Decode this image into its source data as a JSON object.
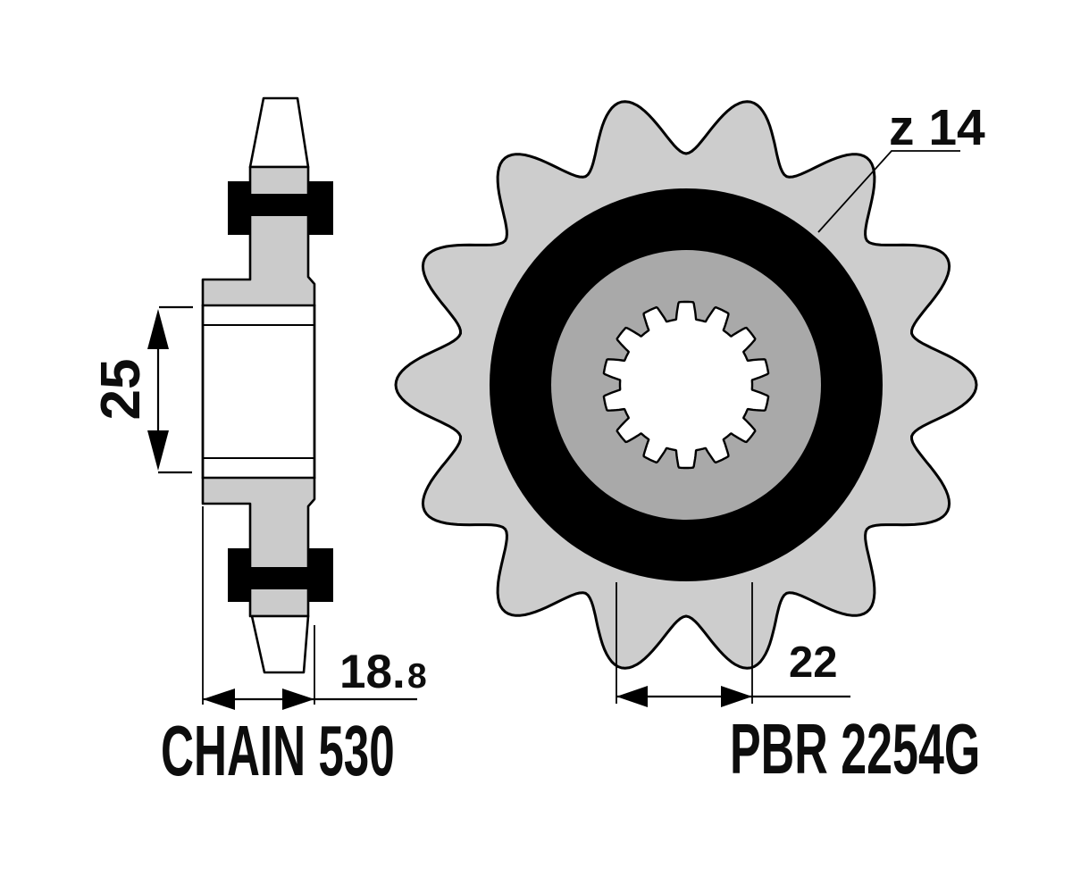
{
  "diagram": {
    "type": "technical-drawing-sprocket",
    "part_label": "PBR 2254G",
    "chain_label": "CHAIN 530",
    "teeth_label": "z 14",
    "teeth_count": 14,
    "spline_count": 14,
    "dimensions": {
      "hub_length": "25",
      "sprocket_width_main": "18.",
      "sprocket_width_small": "8",
      "tooth_pitch": "22"
    },
    "colors": {
      "body_gray": "#cbcbcb",
      "gear_gray": "#cdcdcd",
      "inner_ring_gray": "#a9a9a9",
      "black": "#000000",
      "background": "#ffffff",
      "outline": "#000000"
    }
  }
}
